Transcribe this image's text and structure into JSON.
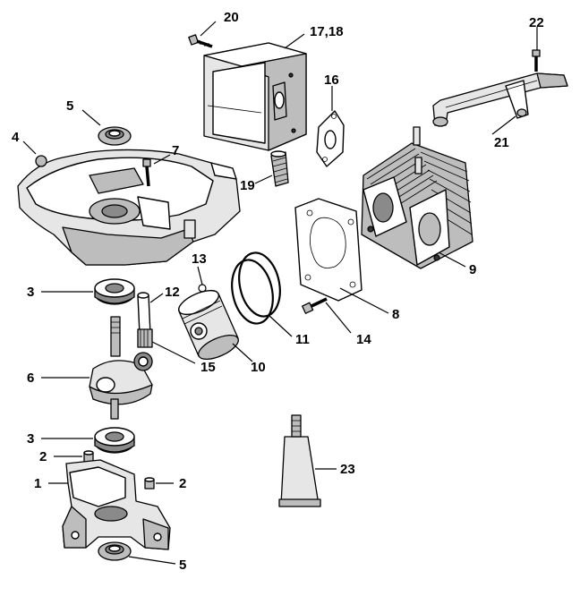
{
  "callouts": {
    "c1": "1",
    "c2a": "2",
    "c2b": "2",
    "c3a": "3",
    "c3b": "3",
    "c4": "4",
    "c5a": "5",
    "c5b": "5",
    "c6": "6",
    "c7": "7",
    "c8": "8",
    "c9": "9",
    "c10": "10",
    "c11": "11",
    "c12": "12",
    "c13": "13",
    "c14": "14",
    "c15": "15",
    "c16": "16",
    "c17": "17,18",
    "c19": "19",
    "c20": "20",
    "c21": "21",
    "c22": "22",
    "c23": "23"
  }
}
